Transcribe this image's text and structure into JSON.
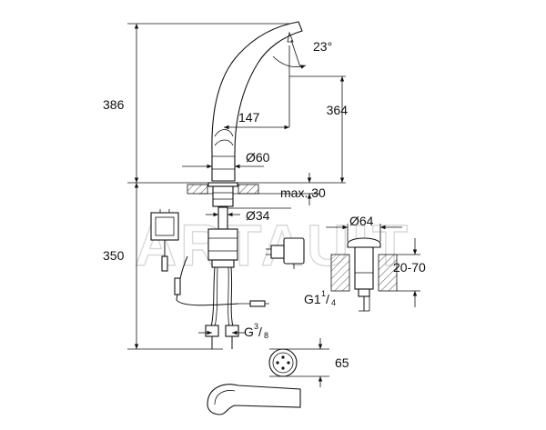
{
  "watermark": "ARTAUIT",
  "dimensions": {
    "overall_height": "386",
    "spout_height": "364",
    "spout_reach": "147",
    "spout_angle": "23°",
    "base_diameter": "Ø60",
    "counter_thickness": "max. 30",
    "shank_diameter": "Ø34",
    "below_counter": "350",
    "inlet_thread_base": "G",
    "inlet_thread_num": "3",
    "inlet_thread_den": "8",
    "waste_diameter": "Ø64",
    "waste_range": "20-70",
    "waste_thread_base": "G1",
    "waste_thread_num": "1",
    "waste_thread_den": "4",
    "sensor_diameter": "65"
  }
}
